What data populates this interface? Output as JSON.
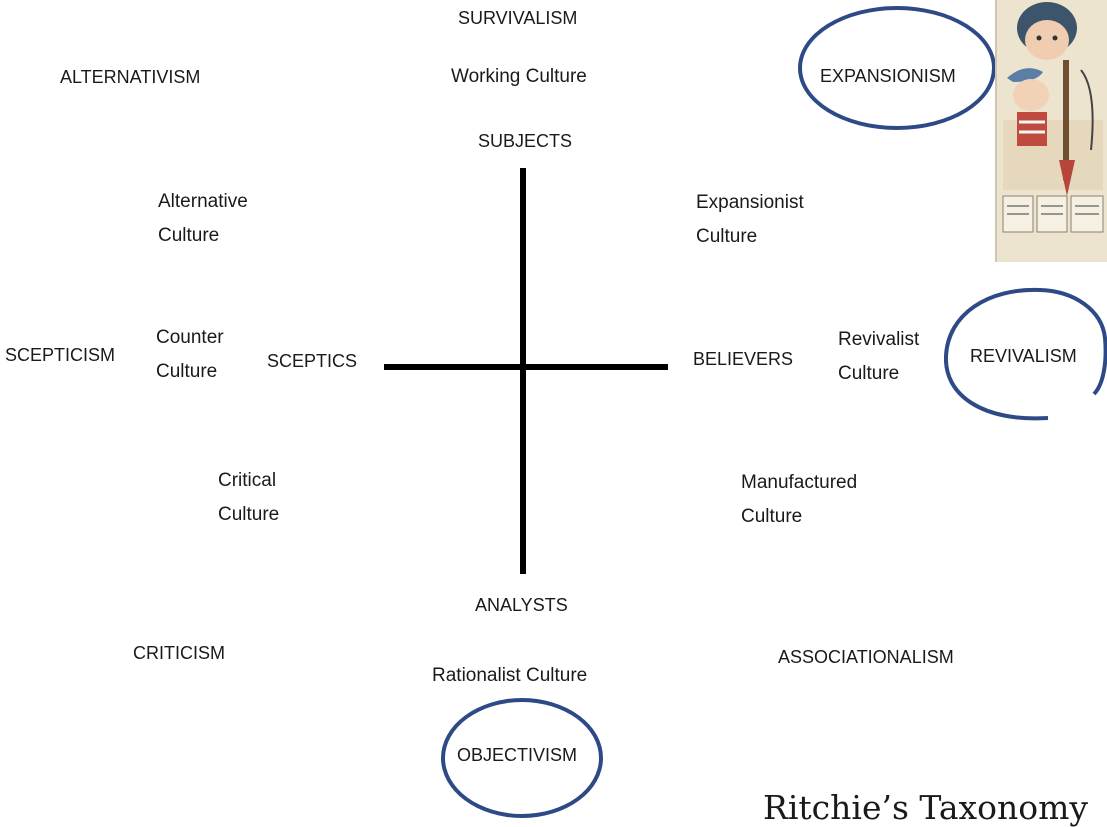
{
  "poles": {
    "top": "SURVIVALISM",
    "top_left": "ALTERNATIVISM",
    "top_right": "EXPANSIONISM",
    "left": "SCEPTICISM",
    "right": "REVIVALISM",
    "bottom_left": "CRITICISM",
    "bottom_right": "ASSOCIATIONALISM",
    "bottom": "OBJECTIVISM"
  },
  "axes": {
    "top": "SUBJECTS",
    "bottom": "ANALYSTS",
    "left": "SCEPTICS",
    "right": "BELIEVERS"
  },
  "cultures": {
    "working": "Working Culture",
    "alternative": [
      "Alternative",
      "Culture"
    ],
    "expansionist": [
      "Expansionist",
      "Culture"
    ],
    "counter": [
      "Counter",
      "Culture"
    ],
    "revivalist": [
      "Revivalist",
      "Culture"
    ],
    "critical": [
      "Critical",
      "Culture"
    ],
    "manufactured": [
      "Manufactured",
      "Culture"
    ],
    "rationalist": "Rationalist Culture"
  },
  "title": "Ritchie’s Taxonomy",
  "colors": {
    "ring": "#2e4a86",
    "axis": "#000000",
    "text": "#1a1a1a"
  },
  "illustration": {
    "icon": "vintage-cartoon-illustration"
  }
}
